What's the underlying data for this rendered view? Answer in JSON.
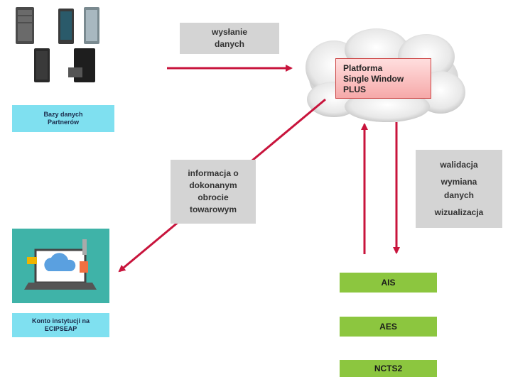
{
  "sources_label": [
    "Bazy danych",
    "Partnerów"
  ],
  "send_label": [
    "wysłanie",
    "danych"
  ],
  "platform_label": [
    "Platforma",
    "Single Window",
    "PLUS"
  ],
  "info_label": [
    "informacja o",
    "dokonanym",
    "obrocie",
    "towarowym"
  ],
  "ops_label": [
    "walidacja",
    "wymiana",
    "danych",
    "wizualizacja"
  ],
  "account_label": [
    "Konto instytucji na",
    "ECIPSEAP"
  ],
  "systems": [
    "AIS",
    "AES",
    "NCTS2"
  ],
  "colors": {
    "arrow": "#c8143c",
    "cyan": "#7fe0f0",
    "green": "#8cc63f",
    "gray": "#d4d4d4"
  }
}
